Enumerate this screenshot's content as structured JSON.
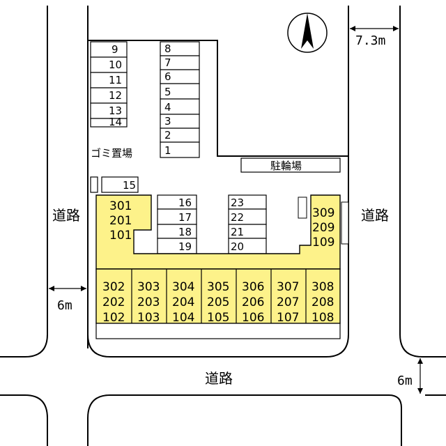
{
  "north_label": "N",
  "road_labels": {
    "left": "道路",
    "right": "道路",
    "bottom": "道路"
  },
  "dimensions": {
    "top_right": "7.3m",
    "left": "6m",
    "right_bottom": "6m"
  },
  "facilities": {
    "garbage": "ゴミ置場",
    "bicycle": "駐輪場"
  },
  "parking_left_column": [
    "9",
    "10",
    "11",
    "12",
    "13",
    "14"
  ],
  "parking_mid_column": [
    "8",
    "7",
    "6",
    "5",
    "4",
    "3",
    "2",
    "1"
  ],
  "parking_15": "15",
  "parking_center_left": [
    "16",
    "17",
    "18",
    "19"
  ],
  "parking_center_right": [
    "23",
    "22",
    "21",
    "20"
  ],
  "units": {
    "left_tower": [
      "301",
      "201",
      "101"
    ],
    "right_tower": [
      "309",
      "209",
      "109"
    ],
    "bottom_row": [
      [
        "302",
        "202",
        "102"
      ],
      [
        "303",
        "203",
        "103"
      ],
      [
        "304",
        "204",
        "104"
      ],
      [
        "305",
        "205",
        "105"
      ],
      [
        "306",
        "206",
        "106"
      ],
      [
        "307",
        "207",
        "107"
      ],
      [
        "308",
        "208",
        "108"
      ]
    ]
  },
  "colors": {
    "building": "#fdf28a",
    "line": "#000000"
  }
}
